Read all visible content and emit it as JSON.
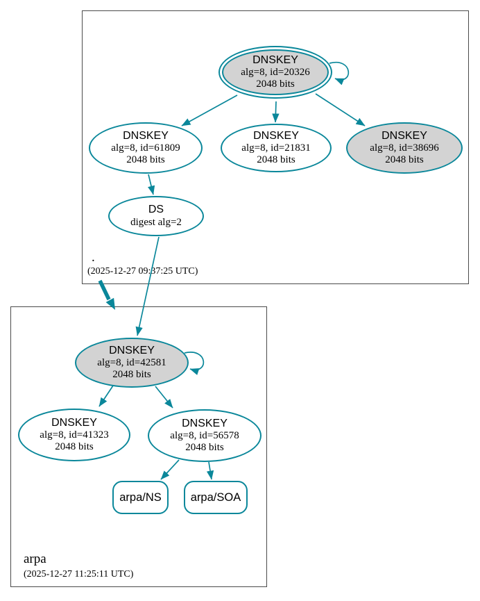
{
  "clusters": {
    "root": {
      "name": ".",
      "timestamp": "(2025-12-27 09:37:25 UTC)"
    },
    "arpa": {
      "name": "arpa",
      "timestamp": "(2025-12-27 11:25:11 UTC)"
    }
  },
  "nodes": {
    "root_ksk": {
      "title": "DNSKEY",
      "detail": "alg=8, id=20326",
      "bits": "2048 bits",
      "shape": "double-ellipse",
      "fill": "#d3d3d3"
    },
    "root_key_61809": {
      "title": "DNSKEY",
      "detail": "alg=8, id=61809",
      "bits": "2048 bits",
      "shape": "ellipse",
      "fill": "#ffffff"
    },
    "root_key_21831": {
      "title": "DNSKEY",
      "detail": "alg=8, id=21831",
      "bits": "2048 bits",
      "shape": "ellipse",
      "fill": "#ffffff"
    },
    "root_key_38696": {
      "title": "DNSKEY",
      "detail": "alg=8, id=38696",
      "bits": "2048 bits",
      "shape": "ellipse",
      "fill": "#d3d3d3"
    },
    "root_ds": {
      "title": "DS",
      "detail": "digest alg=2",
      "shape": "ellipse",
      "fill": "#ffffff"
    },
    "arpa_ksk": {
      "title": "DNSKEY",
      "detail": "alg=8, id=42581",
      "bits": "2048 bits",
      "shape": "ellipse",
      "fill": "#d3d3d3"
    },
    "arpa_key_41323": {
      "title": "DNSKEY",
      "detail": "alg=8, id=41323",
      "bits": "2048 bits",
      "shape": "ellipse",
      "fill": "#ffffff"
    },
    "arpa_key_56578": {
      "title": "DNSKEY",
      "detail": "alg=8, id=56578",
      "bits": "2048 bits",
      "shape": "ellipse",
      "fill": "#ffffff"
    },
    "arpa_ns": {
      "label": "arpa/NS",
      "shape": "rounded-rect"
    },
    "arpa_soa": {
      "label": "arpa/SOA",
      "shape": "rounded-rect"
    }
  },
  "edges": [
    {
      "from": "dnskey-20326",
      "to": "dnskey-20326",
      "type": "self-loop"
    },
    {
      "from": "dnskey-20326",
      "to": "dnskey-61809",
      "type": "arrow"
    },
    {
      "from": "dnskey-20326",
      "to": "dnskey-21831",
      "type": "arrow"
    },
    {
      "from": "dnskey-20326",
      "to": "dnskey-38696",
      "type": "arrow"
    },
    {
      "from": "dnskey-61809",
      "to": "ds-digest-alg-2",
      "type": "arrow"
    },
    {
      "from": "ds-digest-alg-2",
      "to": "dnskey-42581",
      "type": "arrow"
    },
    {
      "from": "zone-root",
      "to": "zone-arpa",
      "type": "thick-delegation-arrow"
    },
    {
      "from": "dnskey-42581",
      "to": "dnskey-42581",
      "type": "self-loop"
    },
    {
      "from": "dnskey-42581",
      "to": "dnskey-41323",
      "type": "arrow"
    },
    {
      "from": "dnskey-42581",
      "to": "dnskey-56578",
      "type": "arrow"
    },
    {
      "from": "dnskey-56578",
      "to": "arpa/NS",
      "type": "arrow"
    },
    {
      "from": "dnskey-56578",
      "to": "arpa/SOA",
      "type": "arrow"
    }
  ],
  "colors": {
    "edge": "#0a879a",
    "ksk_fill": "#d3d3d3",
    "node_fill": "#ffffff",
    "cluster_border": "#4a4a4a",
    "text": "#000000"
  }
}
